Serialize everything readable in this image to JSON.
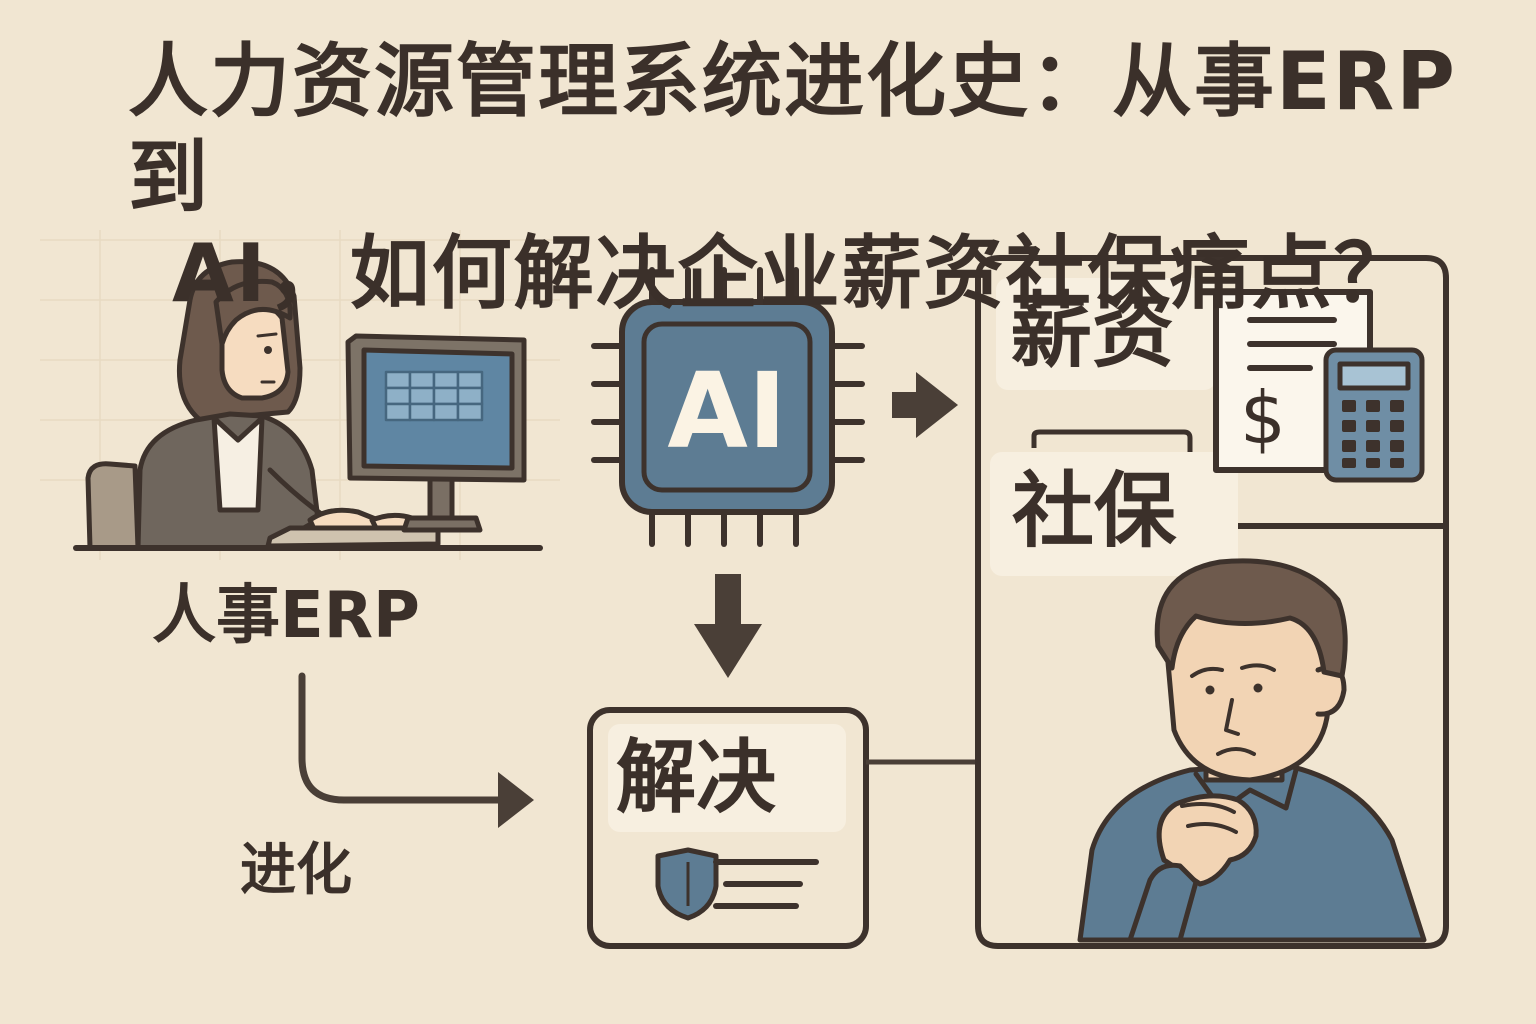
{
  "title": {
    "line1": "人力资源管理系统进化史：从事ERP到",
    "line2": "AI，如何解决企业薪资社保痛点？"
  },
  "labels": {
    "erp": "人事ERP",
    "evolve": "进化",
    "ai": "AI",
    "solve": "解决",
    "salary": "薪资",
    "social": "社保",
    "dollar": "$"
  },
  "colors": {
    "background": "#f1e6d2",
    "ink": "#4a3f37",
    "chip_blue": "#5d7c93",
    "panel": "#f7efe0"
  }
}
